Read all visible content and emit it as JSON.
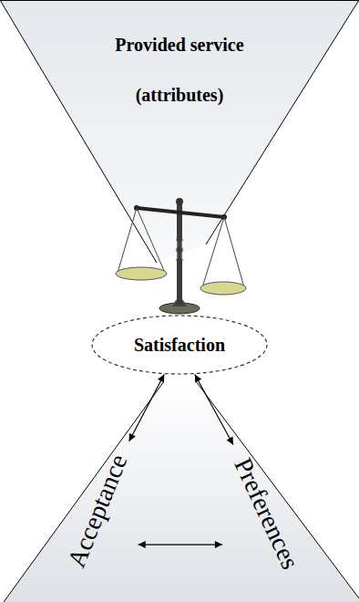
{
  "diagram": {
    "nodes": [
      {
        "text": [
          "Provided service (attributes)"
        ]
      },
      {
        "text": [
          "Satisfaction"
        ]
      },
      {
        "text": [
          "Acceptance"
        ]
      },
      {
        "text": [
          "Preferences"
        ]
      }
    ],
    "edges": [
      {
        "from": 1,
        "to": 2,
        "arrow": "both"
      },
      {
        "from": 1,
        "to": 3,
        "arrow": "both"
      },
      {
        "from": 2,
        "to": 3,
        "arrow": "both"
      }
    ]
  }
}
